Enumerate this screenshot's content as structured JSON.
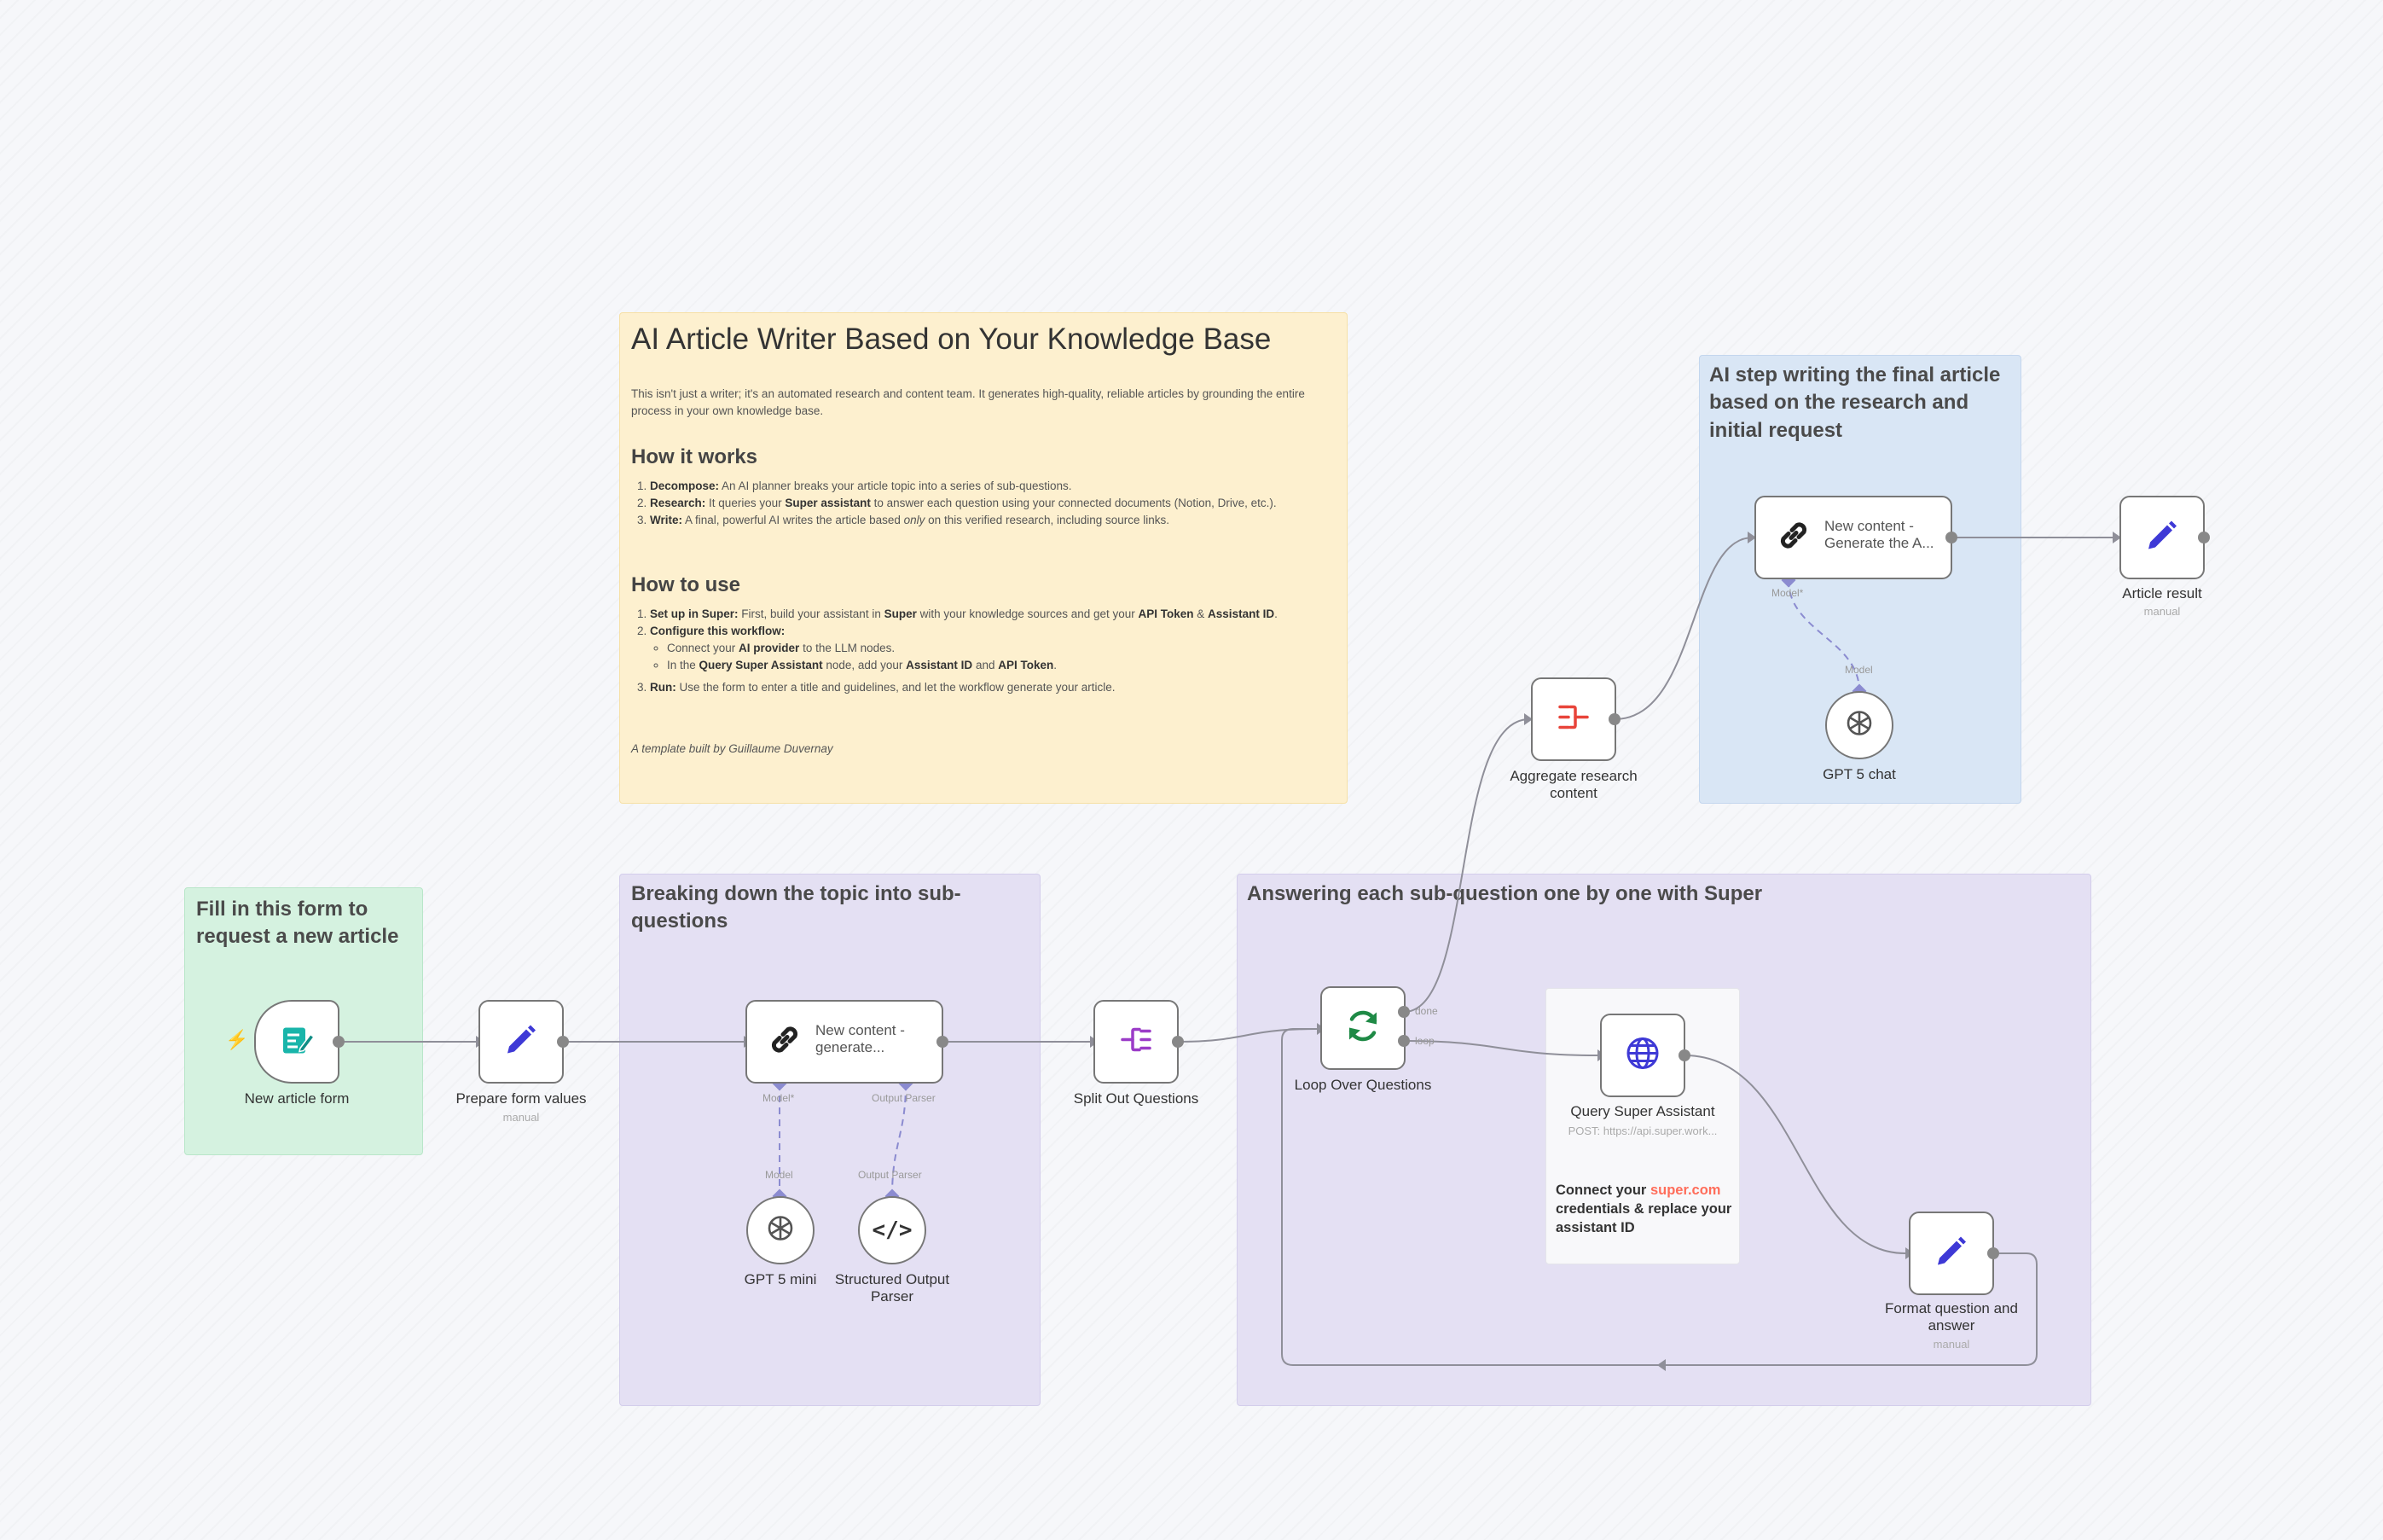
{
  "canvas": {
    "accent": "#ff6d5a",
    "edge_color": "#8f8f99"
  },
  "notes": {
    "main": {
      "title": "AI Article Writer Based on Your Knowledge Base",
      "intro": "This isn't just a writer; it's an automated research and content team. It generates high-quality, reliable articles by grounding the entire process in your own knowledge base.",
      "how_it_works_heading": "How it works",
      "how_it_works": [
        {
          "bold": "Decompose:",
          "text": " An AI planner breaks your article topic into a series of sub-questions."
        },
        {
          "bold": "Research:",
          "text": " It queries your ",
          "bold2": "Super assistant",
          "text2": " to answer each question using your connected documents (Notion, Drive, etc.)."
        },
        {
          "bold": "Write:",
          "text": " A final, powerful AI writes the article based ",
          "italic": "only",
          "text2": " on this verified research, including source links."
        }
      ],
      "how_to_use_heading": "How to use",
      "how_to_use": {
        "step1_bold": "Set up in Super:",
        "step1_text": " First, build your assistant in ",
        "step1_b2": "Super",
        "step1_t2": " with your knowledge sources and get your ",
        "step1_b3": "API Token",
        "step1_t3": " & ",
        "step1_b4": "Assistant ID",
        "step1_t4": ".",
        "step2_bold": "Configure this workflow:",
        "step2_sub1_t": "Connect your ",
        "step2_sub1_b": "AI provider",
        "step2_sub1_t2": " to the LLM nodes.",
        "step2_sub2_t": "In the ",
        "step2_sub2_b": "Query Super Assistant",
        "step2_sub2_t2": " node, add your ",
        "step2_sub2_b2": "Assistant ID",
        "step2_sub2_t3": " and ",
        "step2_sub2_b3": "API Token",
        "step2_sub2_t4": ".",
        "step3_bold": "Run:",
        "step3_text": " Use the form to enter a title and guidelines, and let the workflow generate your article."
      },
      "credit": "A template built by Guillaume Duvernay"
    },
    "form": "Fill in this form to request a new article",
    "breakdown": "Breaking down the topic into sub-questions",
    "answering": "Answering each sub-question one by one with Super",
    "final": "AI step writing the final article based on the research and initial request",
    "super": {
      "t1": "Connect your ",
      "link": "super.com",
      "t2": " credentials & replace your assistant ID"
    }
  },
  "nodes": {
    "form": {
      "label": "New article form"
    },
    "prepare": {
      "label": "Prepare form values",
      "sub": "manual"
    },
    "generate_sub": {
      "text": "New content - generate..."
    },
    "gpt5mini": {
      "label": "GPT 5 mini"
    },
    "parser": {
      "label": "Structured Output Parser"
    },
    "split": {
      "label": "Split Out Questions"
    },
    "loop": {
      "label": "Loop Over Questions"
    },
    "query": {
      "label": "Query Super Assistant",
      "sub": "POST: https://api.super.work..."
    },
    "format": {
      "label": "Format question and answer",
      "sub": "manual"
    },
    "aggregate": {
      "label": "Aggregate research content"
    },
    "generate_article": {
      "text": "New content - Generate the A..."
    },
    "gpt5chat": {
      "label": "GPT 5 chat"
    },
    "result": {
      "label": "Article result",
      "sub": "manual"
    }
  },
  "handles": {
    "model_req": "Model*",
    "model": "Model",
    "parser": "Output Parser",
    "done": "done",
    "loop": "loop"
  }
}
